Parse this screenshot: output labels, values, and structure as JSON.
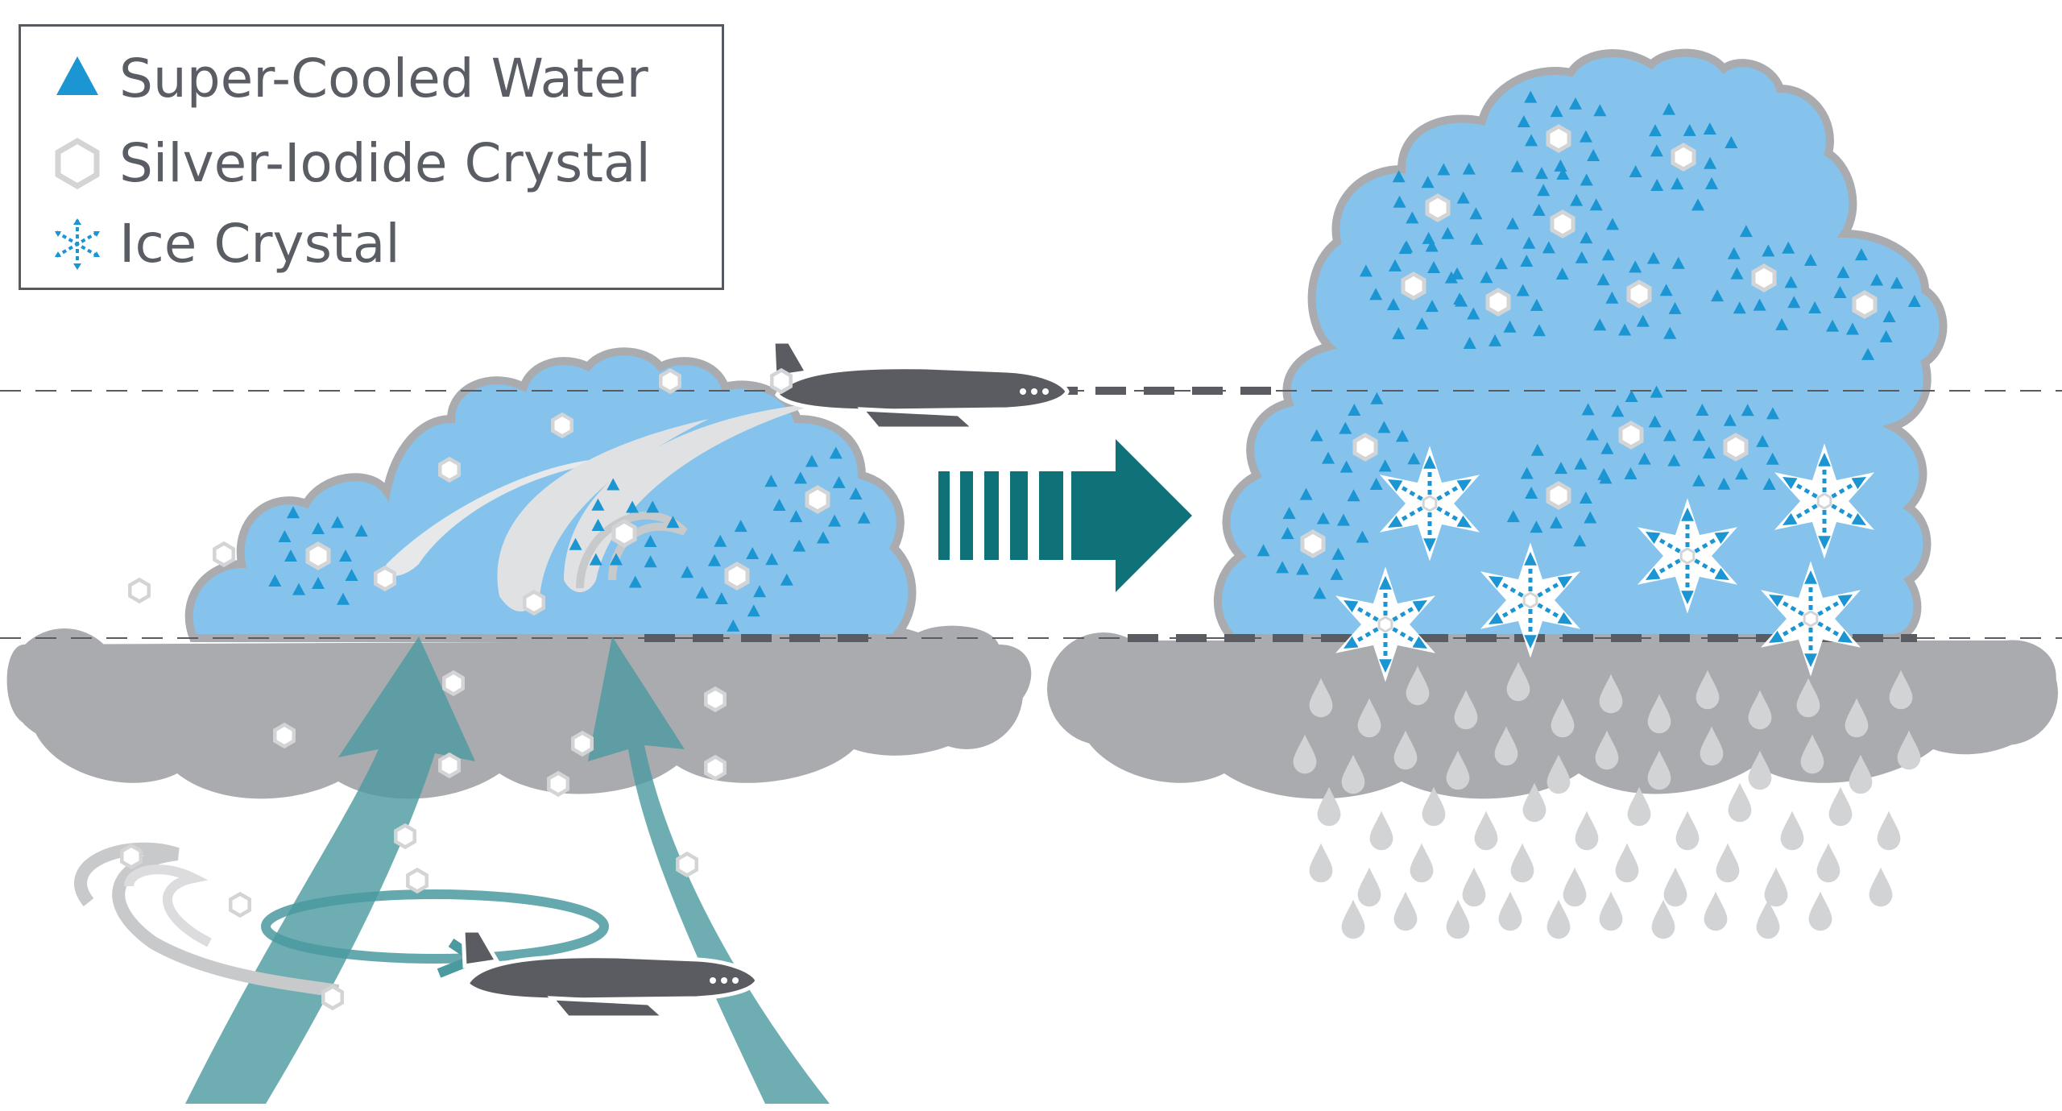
{
  "legend": {
    "items": [
      {
        "label": "Super-Cooled Water",
        "icon": "triangle-icon"
      },
      {
        "label": "Silver-Iodide Crystal",
        "icon": "hexagon-icon"
      },
      {
        "label": "Ice Crystal",
        "icon": "snowflake-icon"
      }
    ]
  },
  "colors": {
    "cloud_blue": "#85c3ec",
    "cloud_border": "#a9abae",
    "cloud_gray": "#a9abae",
    "water_triangle": "#1c95d3",
    "hexagon_stroke": "#d6d6d8",
    "updraft_teal": "#5ba3a8",
    "arrow_teal": "#0e7278",
    "airplane": "#5a5c62",
    "dashed_line": "#5a5c62",
    "rain_drop": "#d2d3d5",
    "ice_crystal": "#1c95d3"
  }
}
